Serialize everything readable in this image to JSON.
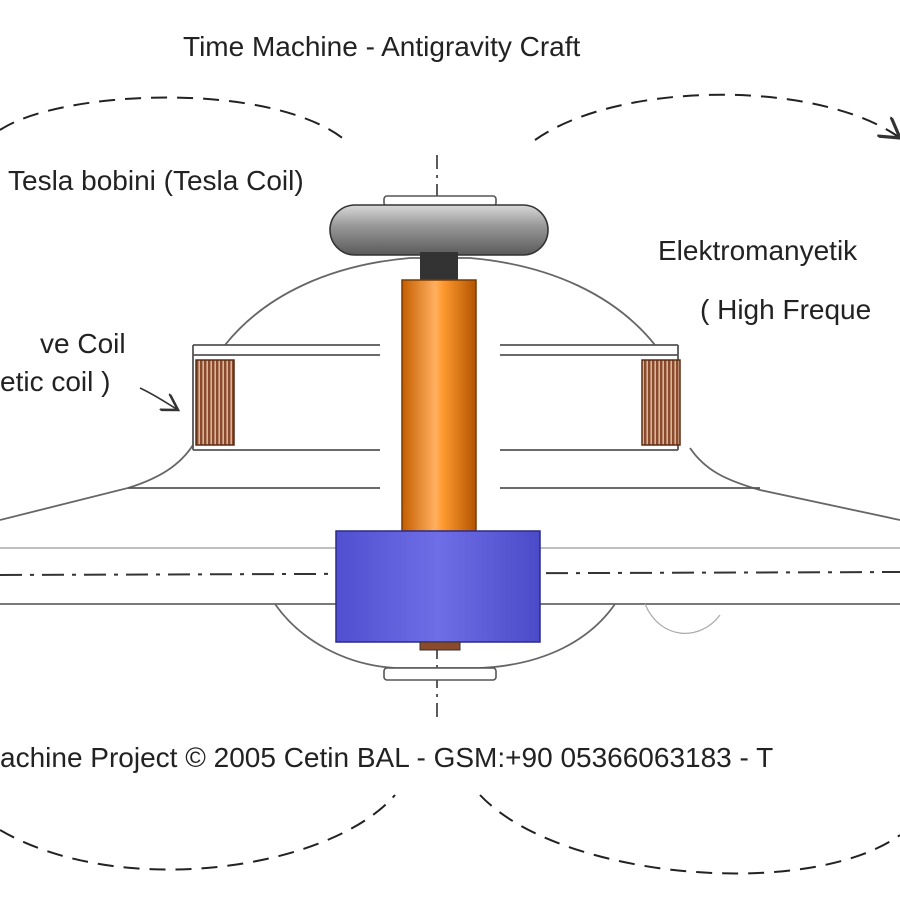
{
  "title": "Time Machine - Antigravity Craft",
  "labels": {
    "tesla_coil": "Tesla bobini (Tesla Coil)",
    "electromagnetic": "Elektromanyetik",
    "high_frequency": "( High Freque",
    "wave_coil": "ve Coil",
    "magnetic_coil": "etic coil )"
  },
  "footer": "achine Project © 2005 Cetin BAL - GSM:+90  05366063183 - T",
  "colors": {
    "tesla_rod": "#e07a10",
    "tesla_rod_highlight": "#ffb060",
    "base_block": "#5b5bd6",
    "torus": "#8a8a8a",
    "coil": "#8b4a2b",
    "outline": "#555555"
  }
}
